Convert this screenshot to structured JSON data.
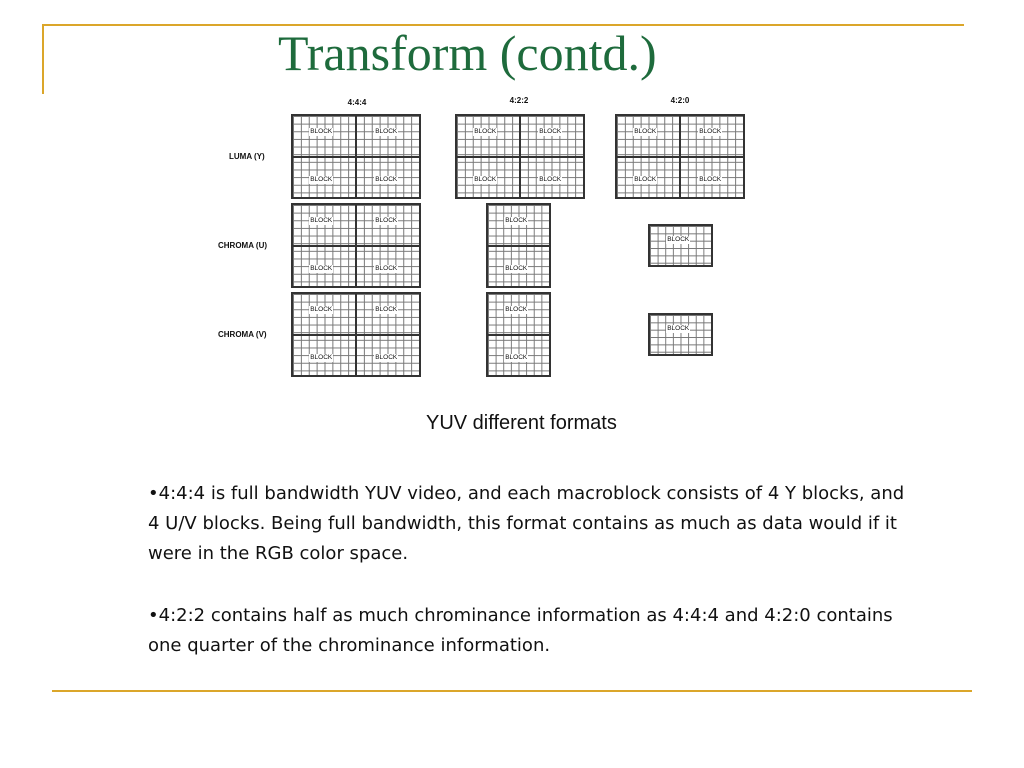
{
  "slide": {
    "title": "Transform (contd.)",
    "title_color": "#1e6b3c",
    "accent_color": "#dba62a"
  },
  "diagram": {
    "formats": [
      "4:4:4",
      "4:2:2",
      "4:2:0"
    ],
    "rows": [
      "LUMA (Y)",
      "CHROMA (U)",
      "CHROMA (V)"
    ],
    "block_label": "BLOCK"
  },
  "caption": "YUV different formats",
  "bullets": [
    "•4:4:4 is full bandwidth YUV video, and each macroblock consists of 4 Y blocks, and 4 U/V blocks. Being full bandwidth, this format contains as much as data would if it were in the RGB color space.",
    "•4:2:2 contains half as much chrominance information as 4:4:4 and 4:2:0 contains one quarter of the chrominance information."
  ]
}
